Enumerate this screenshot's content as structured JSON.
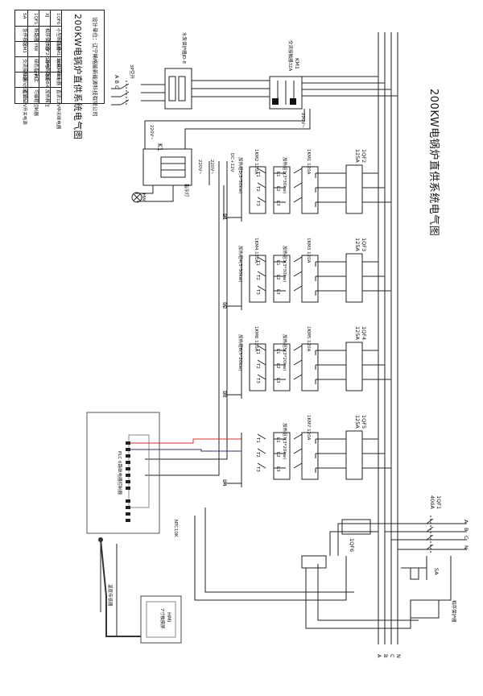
{
  "title": "200KW电锅炉直供系统电气图",
  "bus_labels": [
    "A",
    "B",
    "C",
    "N"
  ],
  "main_breaker": {
    "name": "1QF1",
    "rating": "400A"
  },
  "mcb_1qf6": "1QF6",
  "switch_sa": "SA",
  "phase_guard": "相序保护器",
  "pump_guard": "水泵保护器JD-8",
  "contactor_km1": {
    "name": "KM1",
    "desc": "交流接触器32A"
  },
  "three_p_switch": "3P空开",
  "phase_abc": "A  B  C",
  "voltage_220": "220V~",
  "k1_relay": "K1",
  "indicator": {
    "name": "HW",
    "desc": "指示灯"
  },
  "dc_supply": "DC+12V",
  "plc": {
    "label": "PLC 6路继电器控制器",
    "sensor": "NTC10K",
    "sensor_note": "温度传感器"
  },
  "hmi": {
    "name": "HMI",
    "desc": "7寸触摸屏"
  },
  "bus_b": [
    "B1",
    "B2",
    "B3",
    "B4"
  ],
  "groups": [
    {
      "breaker": "1QF2",
      "rating": "125A",
      "contactor_a": "1KM1  120A",
      "contactor_b": "1KM2  120A",
      "heater_a": "加热组1(3*30kw)",
      "heater_b": "加热组2(3*30kw)"
    },
    {
      "breaker": "1QF3",
      "rating": "125A",
      "contactor_a": "1KM3  120A",
      "contactor_b": "1KM4  120A",
      "heater_a": "加热组3(3*30kw)",
      "heater_b": "加热组4(3*30kw)"
    },
    {
      "breaker": "1QF4",
      "rating": "125A",
      "contactor_a": "1KM5  120A",
      "contactor_b": "1KM6  120A",
      "heater_a": "加热组5(3*20kw)",
      "heater_b": "加热组6(3*20kw)"
    },
    {
      "breaker": "1QF5",
      "rating": "125A",
      "contactor_a": "1KM7  120A",
      "contactor_b": "",
      "heater_a": "加热组7(3*20kw)",
      "heater_b": ""
    }
  ],
  "terminal_labels": [
    "T1",
    "T2",
    "T3",
    "L1",
    "L2",
    "L3"
  ],
  "legend": {
    "title": "200KW电锅炉直供系统电气图",
    "rows": [
      [
        "SA",
        "急停按钮",
        "KM1",
        "交流接触器",
        "220V/DC12V",
        "直流12V开关电源"
      ],
      [
        "1QF1",
        "断路器",
        "HW",
        "绿色指示灯",
        "PLC",
        "可编程控制器"
      ],
      [
        "XJ",
        "相序保护器",
        "1QF2-1QF5",
        "漏电断路器",
        "B1-B4",
        "加热档位"
      ],
      [
        "1QF6",
        "小型断路器",
        "1KM1-1KM7",
        "磁保持继电器",
        "K1",
        "直流12V中间继电器"
      ]
    ],
    "designer": "设计单位：辽宁稀格能新能源科技有限公司"
  }
}
